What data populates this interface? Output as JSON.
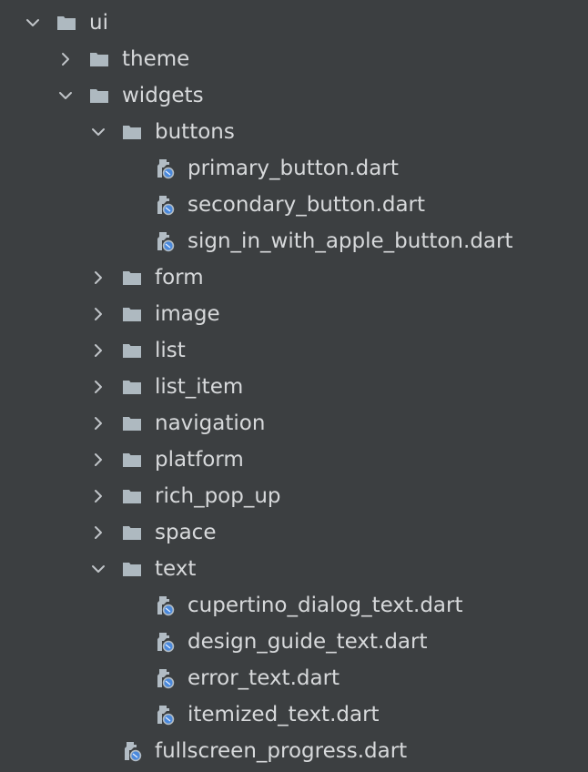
{
  "colors": {
    "background": "#3c3f41",
    "text": "#d7d9db",
    "folder": "#aeb9c0",
    "chevron": "#c0c4c8",
    "dart_file": "#b2bcc4",
    "dart_badge": "#4a89dc"
  },
  "tree": [
    {
      "label": "ui",
      "kind": "folder",
      "expanded": true,
      "level": 0
    },
    {
      "label": "theme",
      "kind": "folder",
      "expanded": false,
      "level": 1
    },
    {
      "label": "widgets",
      "kind": "folder",
      "expanded": true,
      "level": 1
    },
    {
      "label": "buttons",
      "kind": "folder",
      "expanded": true,
      "level": 2
    },
    {
      "label": "primary_button.dart",
      "kind": "file",
      "icon": "dart-file-icon",
      "level": 3
    },
    {
      "label": "secondary_button.dart",
      "kind": "file",
      "icon": "dart-file-icon",
      "level": 3
    },
    {
      "label": "sign_in_with_apple_button.dart",
      "kind": "file",
      "icon": "dart-file-icon",
      "level": 3
    },
    {
      "label": "form",
      "kind": "folder",
      "expanded": false,
      "level": 2
    },
    {
      "label": "image",
      "kind": "folder",
      "expanded": false,
      "level": 2
    },
    {
      "label": "list",
      "kind": "folder",
      "expanded": false,
      "level": 2
    },
    {
      "label": "list_item",
      "kind": "folder",
      "expanded": false,
      "level": 2
    },
    {
      "label": "navigation",
      "kind": "folder",
      "expanded": false,
      "level": 2
    },
    {
      "label": "platform",
      "kind": "folder",
      "expanded": false,
      "level": 2
    },
    {
      "label": "rich_pop_up",
      "kind": "folder",
      "expanded": false,
      "level": 2
    },
    {
      "label": "space",
      "kind": "folder",
      "expanded": false,
      "level": 2
    },
    {
      "label": "text",
      "kind": "folder",
      "expanded": true,
      "level": 2
    },
    {
      "label": "cupertino_dialog_text.dart",
      "kind": "file",
      "icon": "dart-file-icon",
      "level": 3
    },
    {
      "label": "design_guide_text.dart",
      "kind": "file",
      "icon": "dart-file-icon",
      "level": 3
    },
    {
      "label": "error_text.dart",
      "kind": "file",
      "icon": "dart-file-icon",
      "level": 3
    },
    {
      "label": "itemized_text.dart",
      "kind": "file",
      "icon": "dart-file-icon",
      "level": 3
    },
    {
      "label": "fullscreen_progress.dart",
      "kind": "file",
      "icon": "dart-file-icon",
      "level": 2
    }
  ]
}
